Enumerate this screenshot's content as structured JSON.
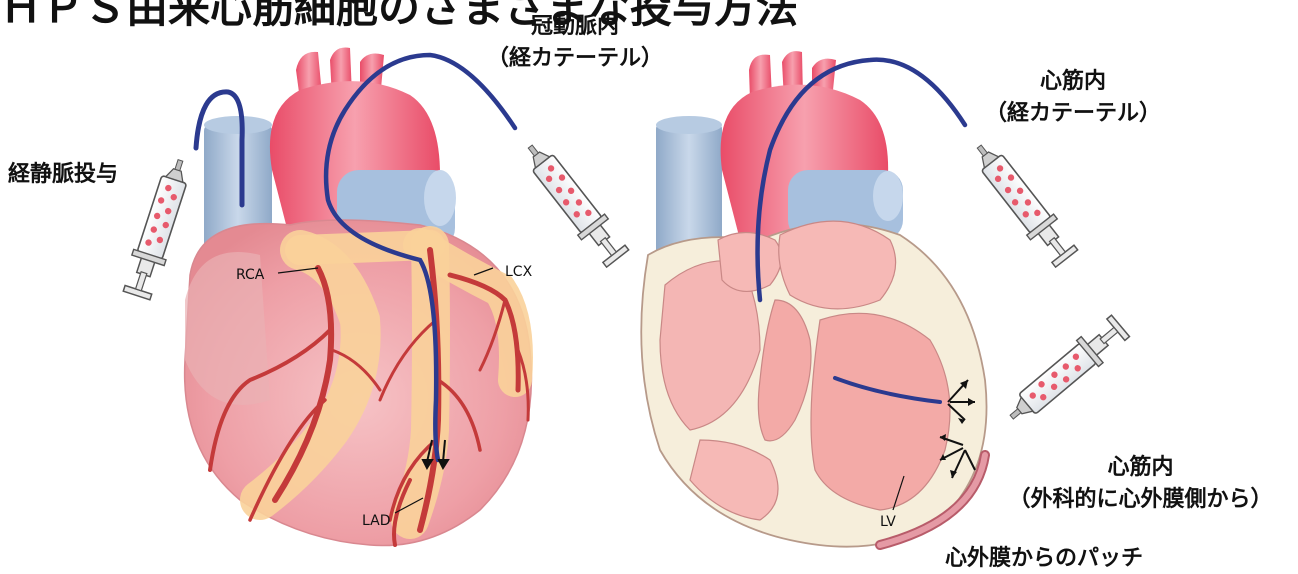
{
  "title": "ＨＰＳ由来心筋細胞のさまざまな投与方法",
  "labels": {
    "iv": "経静脈投与",
    "coronary_line1": "冠動脈内",
    "coronary_line2": "（経カテーテル）",
    "myo_cath_line1": "心筋内",
    "myo_cath_line2": "（経カテーテル）",
    "myo_surg_line1": "心筋内",
    "myo_surg_line2": "（外科的に心外膜側から）",
    "patch": "心外膜からのパッチ"
  },
  "anatomy": {
    "rca": "RCA",
    "lcx": "LCX",
    "lad": "LAD",
    "lv": "LV"
  },
  "colors": {
    "catheter": "#2b3a8f",
    "artery": "#c43a3a",
    "vessel_bg": "#f7c98a",
    "aorta": "#e8506a",
    "vein": "#9db6d3",
    "heart": "#f2a7ad",
    "patch": "#d96b7a"
  }
}
